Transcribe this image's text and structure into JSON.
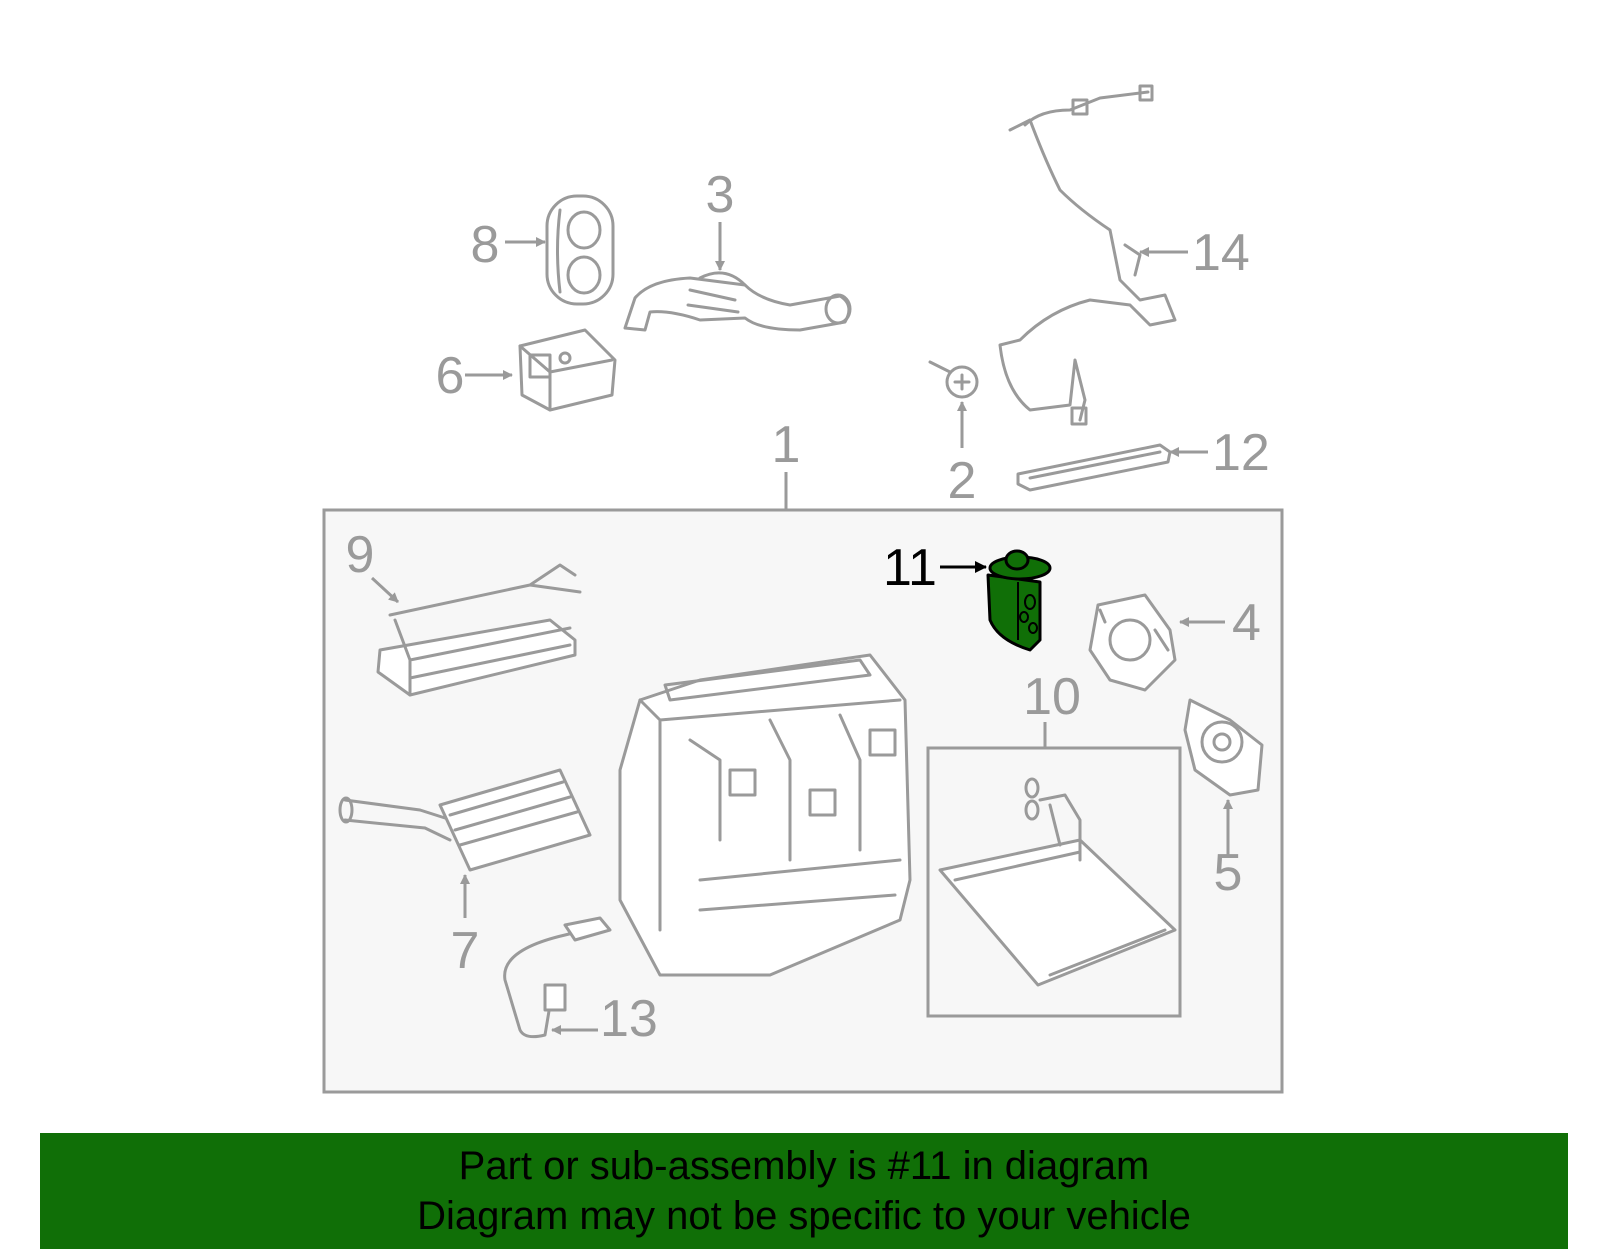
{
  "diagram": {
    "highlighted_part": "11",
    "callouts": [
      {
        "id": "1",
        "label": "1"
      },
      {
        "id": "2",
        "label": "2"
      },
      {
        "id": "3",
        "label": "3"
      },
      {
        "id": "4",
        "label": "4"
      },
      {
        "id": "5",
        "label": "5"
      },
      {
        "id": "6",
        "label": "6"
      },
      {
        "id": "7",
        "label": "7"
      },
      {
        "id": "8",
        "label": "8"
      },
      {
        "id": "9",
        "label": "9"
      },
      {
        "id": "10",
        "label": "10"
      },
      {
        "id": "11",
        "label": "11"
      },
      {
        "id": "12",
        "label": "12"
      },
      {
        "id": "13",
        "label": "13"
      },
      {
        "id": "14",
        "label": "14"
      }
    ]
  },
  "banner": {
    "line1": "Part or sub-assembly is #11 in diagram",
    "line2": "Diagram may not be specific to your vehicle",
    "color": "#106f07"
  },
  "colors": {
    "line_art": "#9a9a9a",
    "highlight_fill": "#106f07",
    "assembly_box_fill": "#f7f7f7"
  }
}
